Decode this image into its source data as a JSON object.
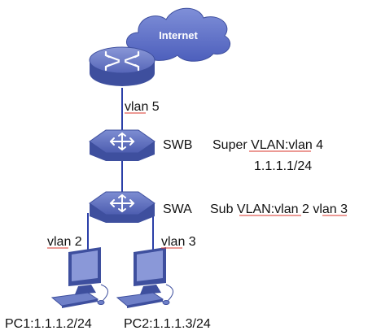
{
  "cloud": {
    "label": "Internet"
  },
  "links": {
    "router_swb": "vlan 5",
    "swa_pc1": "vlan 2",
    "swa_pc2": "vlan 3"
  },
  "swb": {
    "name": "SWB",
    "super_prefix": "Super ",
    "super_vlan": "VLAN:vlan",
    "super_suffix": " 4",
    "ip": "1.1.1.1/24"
  },
  "swa": {
    "name": "SWA",
    "sub_prefix": "Sub ",
    "sub_vlan": "VLAN:vlan",
    "sub_mid": " 2 ",
    "sub_vlan3": "vlan",
    "sub_suffix": " 3"
  },
  "pcs": [
    {
      "label": "PC1:1.1.1.2/24"
    },
    {
      "label": "PC2:1.1.1.3/24"
    }
  ],
  "colors": {
    "device_blue": "#3e4f9e",
    "device_top": "#6f80c8",
    "link_blue": "#2b3fa8",
    "cloud_blue": "#5a6bc4",
    "underline_red": "#d9362b"
  }
}
